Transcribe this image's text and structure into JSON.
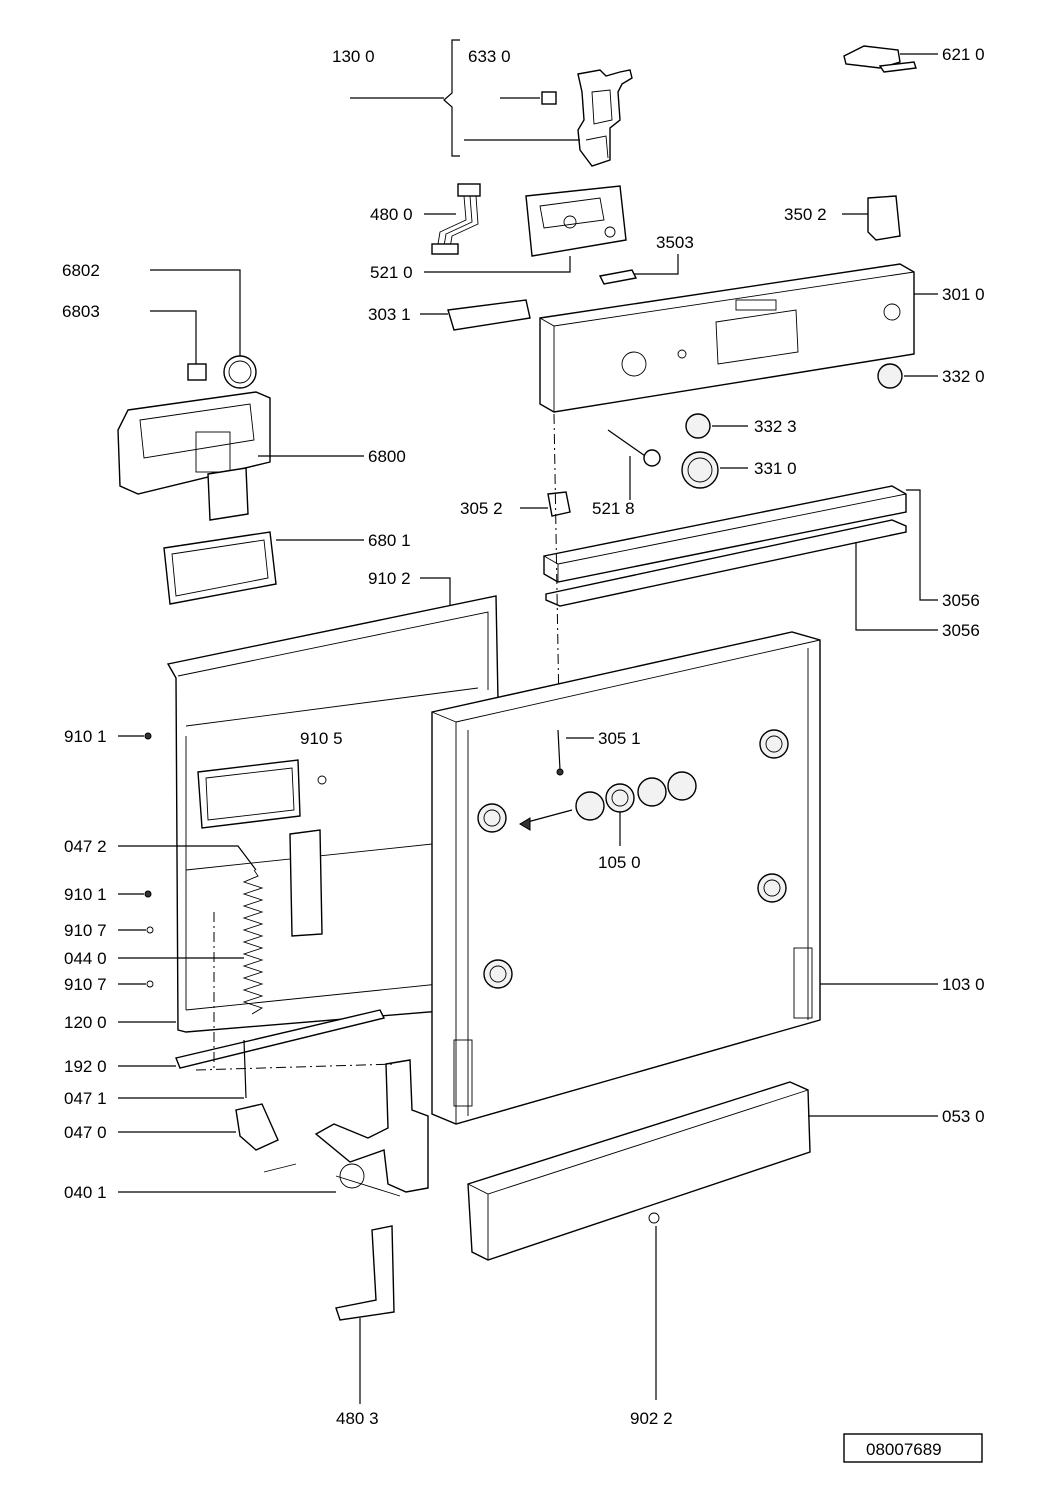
{
  "doc_code": "08007689",
  "labels": {
    "l1300": "130 0",
    "l6330": "633 0",
    "l6210": "621 0",
    "l4800": "480 0",
    "l5210": "521 0",
    "l3502": "350 2",
    "l3503": "3503",
    "l6802": "6802",
    "l6803": "6803",
    "l3031": "303 1",
    "l3010": "301 0",
    "l3320": "332 0",
    "l3323": "332 3",
    "l3310": "331 0",
    "l6800": "6800",
    "l3052": "305 2",
    "l5218": "521 8",
    "l6801": "680 1",
    "l9102": "910 2",
    "l3056a": "3056",
    "l3056b": "3056",
    "l9101a": "910 1",
    "l9105": "910 5",
    "l3051": "305 1",
    "l1050": "105 0",
    "l0472": "047 2",
    "l9101b": "910 1",
    "l9107a": "910 7",
    "l0440": "044 0",
    "l9107b": "910 7",
    "l1030": "103 0",
    "l1200": "120 0",
    "l1920": "192 0",
    "l0471": "047 1",
    "l0530": "053 0",
    "l0470": "047 0",
    "l0401": "040 1",
    "l4803": "480 3",
    "l9022": "902 2"
  }
}
